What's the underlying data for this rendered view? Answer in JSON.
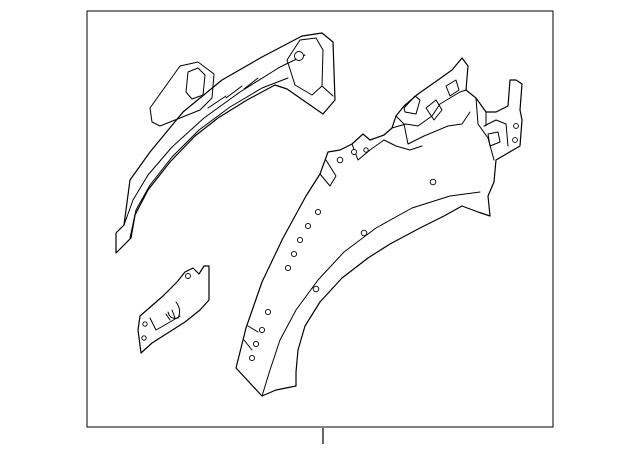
{
  "diagram": {
    "kind": "exploded parts illustration",
    "colors": {
      "stroke": "#000000",
      "background": "#ffffff"
    },
    "parts": [
      "upper-wheelhouse-reinforcement",
      "small-bracket",
      "wheelhouse-inner-panel"
    ],
    "callout_count": 1
  }
}
